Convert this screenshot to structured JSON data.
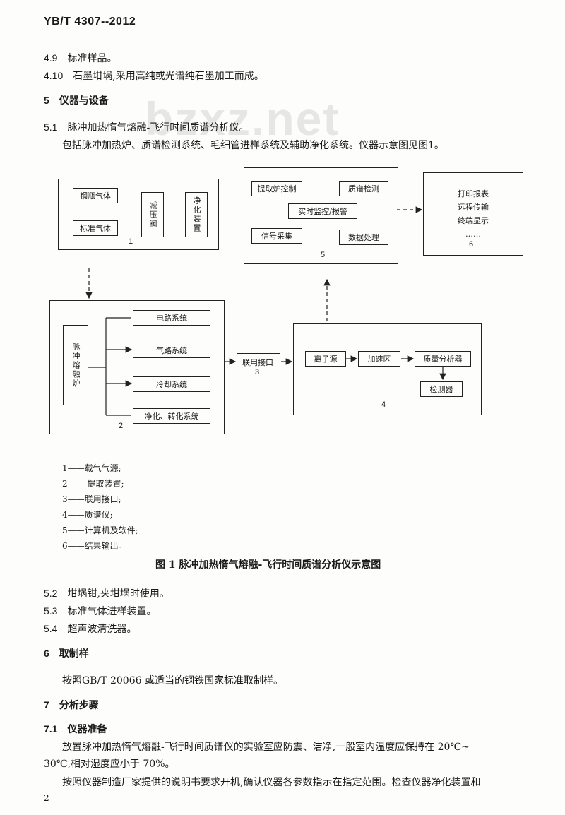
{
  "header": "YB/T 4307--2012",
  "watermark": "bzxz.net",
  "page_number": "2",
  "items_top": [
    {
      "num": "4.9",
      "text": "标准样品。"
    },
    {
      "num": "4.10",
      "text": "石墨坩埚,采用高纯或光谱纯石墨加工而成。"
    }
  ],
  "section5": {
    "num": "5",
    "title": "仪器与设备"
  },
  "s51": {
    "num": "5.1",
    "title": "脉冲加热惰气熔融-飞行时间质谱分析仪。",
    "desc": "包括脉冲加热炉、质谱检测系统、毛细管进样系统及辅助净化系统。仪器示意图见图1。"
  },
  "diagram": {
    "box1": {
      "items": [
        "钢瓶气体",
        "标准气体"
      ],
      "valve": "减压阀",
      "purifier": "净化装置",
      "num": "1"
    },
    "box2": {
      "furnace": "脉冲熔融炉",
      "items": [
        "电路系统",
        "气路系统",
        "冷却系统",
        "净化、转化系统"
      ],
      "num": "2"
    },
    "box3": {
      "label": "联用接口",
      "num": "3"
    },
    "box4": {
      "items": [
        "离子源",
        "加速区",
        "质量分析器",
        "检测器"
      ],
      "num": "4"
    },
    "box5": {
      "items": [
        "提取炉控制",
        "质谱检测",
        "实时监控/报警",
        "信号采集",
        "数据处理"
      ],
      "num": "5"
    },
    "box6": {
      "lines": [
        "打印报表",
        "远程传输",
        "终端显示",
        "……"
      ],
      "num": "6"
    }
  },
  "legend": [
    "1——载气气源;",
    "2 ——提取装置;",
    "3——联用接口;",
    "4——质谱仪;",
    "5——计算机及软件;",
    "6——结果输出。"
  ],
  "caption": "图 1   脉冲加热惰气熔融-飞行时间质谱分析仪示意图",
  "items_mid": [
    {
      "num": "5.2",
      "text": "坩埚钳,夹坩埚时使用。"
    },
    {
      "num": "5.3",
      "text": "标准气体进样装置。"
    },
    {
      "num": "5.4",
      "text": "超声波清洗器。"
    }
  ],
  "section6": {
    "num": "6",
    "title": "取制样",
    "text": "按照GB/T 20066 或适当的钢铁国家标准取制样。"
  },
  "section7": {
    "num": "7",
    "title": "分析步骤"
  },
  "s71": {
    "num": "7.1",
    "title": "仪器准备",
    "p1a": "放置脉冲加热惰气熔融-飞行时间质谱仪的实验室应防震、洁净,一般室内温度应保持在 20℃~",
    "p1b": "30℃,相对湿度应小于 70%。",
    "p2": "按照仪器制造厂家提供的说明书要求开机,确认仪器各参数指示在指定范围。检查仪器净化装置和"
  }
}
